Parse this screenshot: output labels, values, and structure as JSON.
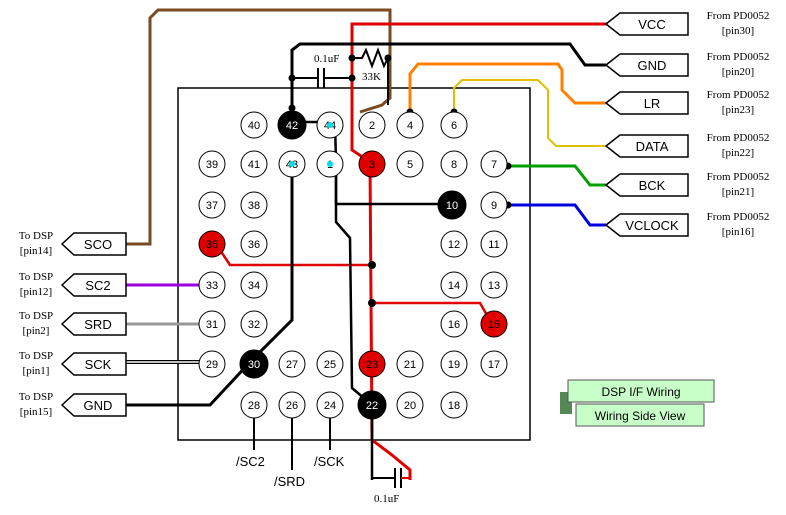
{
  "legend": {
    "title": "DSP I/F Wiring",
    "subtitle": "Wiring Side View"
  },
  "right_connectors": [
    {
      "label": "VCC",
      "from": "From PD0052",
      "pin": "[pin30]",
      "color": "#e00000"
    },
    {
      "label": "GND",
      "from": "From PD0052",
      "pin": "[pin20]",
      "color": "#000000"
    },
    {
      "label": "LR",
      "from": "From PD0052",
      "pin": "[pin23]",
      "color": "#ff8000"
    },
    {
      "label": "DATA",
      "from": "From PD0052",
      "pin": "[pin22]",
      "color": "#e0c000"
    },
    {
      "label": "BCK",
      "from": "From PD0052",
      "pin": "[pin21]",
      "color": "#00a000"
    },
    {
      "label": "VCLOCK",
      "from": "From PD0052",
      "pin": "[pin16]",
      "color": "#0000e0"
    }
  ],
  "left_connectors": [
    {
      "label": "SCO",
      "to": "To DSP",
      "pin": "[pin14]",
      "color": "#7a4a22"
    },
    {
      "label": "SC2",
      "to": "To DSP",
      "pin": "[pin12]",
      "color": "#9a00e0"
    },
    {
      "label": "SRD",
      "to": "To DSP",
      "pin": "[pin2]",
      "color": "#999999"
    },
    {
      "label": "SCK",
      "to": "To DSP",
      "pin": "[pin1]",
      "color": "#000000"
    },
    {
      "label": "GND",
      "to": "To DSP",
      "pin": "[pin15]",
      "color": "#000000"
    }
  ],
  "pins": {
    "p40": "40",
    "p42": "42",
    "p44": "44",
    "p2": "2",
    "p4": "4",
    "p6": "6",
    "p39": "39",
    "p41": "41",
    "p43": "43",
    "p1": "1",
    "p3": "3",
    "p5": "5",
    "p8": "8",
    "p7": "7",
    "p37": "37",
    "p38": "38",
    "p10": "10",
    "p9": "9",
    "p35": "35",
    "p36": "36",
    "p12": "12",
    "p11": "11",
    "p33": "33",
    "p34": "34",
    "p14": "14",
    "p13": "13",
    "p31": "31",
    "p32": "32",
    "p16": "16",
    "p15": "15",
    "p29": "29",
    "p30": "30",
    "p27": "27",
    "p25": "25",
    "p23": "23",
    "p21": "21",
    "p19": "19",
    "p17": "17",
    "p28": "28",
    "p26": "26",
    "p24": "24",
    "p22": "22",
    "p20": "20",
    "p18": "18"
  },
  "components": {
    "cap_top": "0.1uF",
    "resistor": "33K",
    "cap_bottom": "0.1uF"
  },
  "bottom_labels": {
    "sc2": "/SC2",
    "srd": "/SRD",
    "sck": "/SCK"
  }
}
